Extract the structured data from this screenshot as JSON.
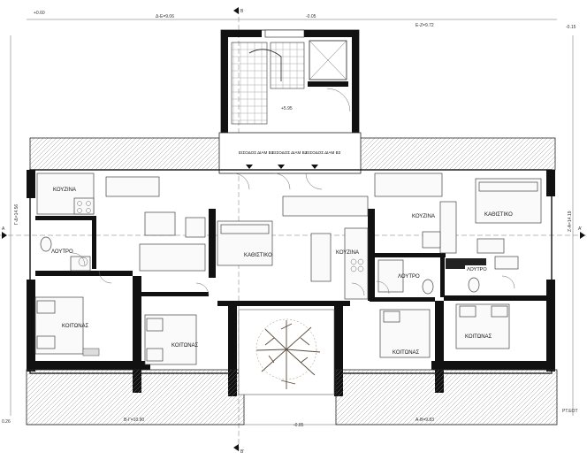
{
  "levels": {
    "top_left": "+0.60",
    "top_center": "-0.05",
    "top_right": "-0.15",
    "stair": "+5.95",
    "bottom_center": "-0.85",
    "bottom_left": "0.26",
    "bottom_right": "PT.ΕΟΤ"
  },
  "dimensions": {
    "top_left": "Δ-Ε=9.06",
    "top_right": "Ε-Ζ=9.72",
    "left_side": "Γ-Δ=14.56",
    "right_side": "Ζ-Α=14.19",
    "bottom_left": "Β-Γ=10.90",
    "bottom_right": "Α-Β=9.83"
  },
  "section_marks": {
    "top": "Β",
    "bottom": "Β'",
    "left": "Α",
    "right": "Α'"
  },
  "entrances": [
    "ΕΙΣΟΔΟΣ ΔΙΑΜ Β1",
    "ΕΙΣΟΔΟΣ ΔΙΑΜ Β2",
    "ΕΙΣΟΔΟΣ ΔΙΑΜ Β3"
  ],
  "rooms": {
    "kitchen_left": "ΚΟΥΖΙΝΑ",
    "bath_left": "ΛΟΥΤΡΟ",
    "bed_left": "ΚΟΙΤΩΝΑΣ",
    "living_center": "ΚΑΘΙΣΤΙΚΟ",
    "bed_center": "ΚΟΙΤΩΝΑΣ",
    "kitchen_center": "ΚΟΥΖΙΝΑ",
    "kitchen_right": "ΚΟΥΖΙΝΑ",
    "living_right": "ΚΑΘΙΣΤΙΚΟ",
    "bath_center": "ΛΟΥΤΡΟ",
    "bath_right": "ΛΟΥΤΡΟ",
    "bed_right_center": "ΚΟΙΤΩΝΑΣ",
    "bed_right": "ΚΟΙΤΩΝΑΣ"
  }
}
